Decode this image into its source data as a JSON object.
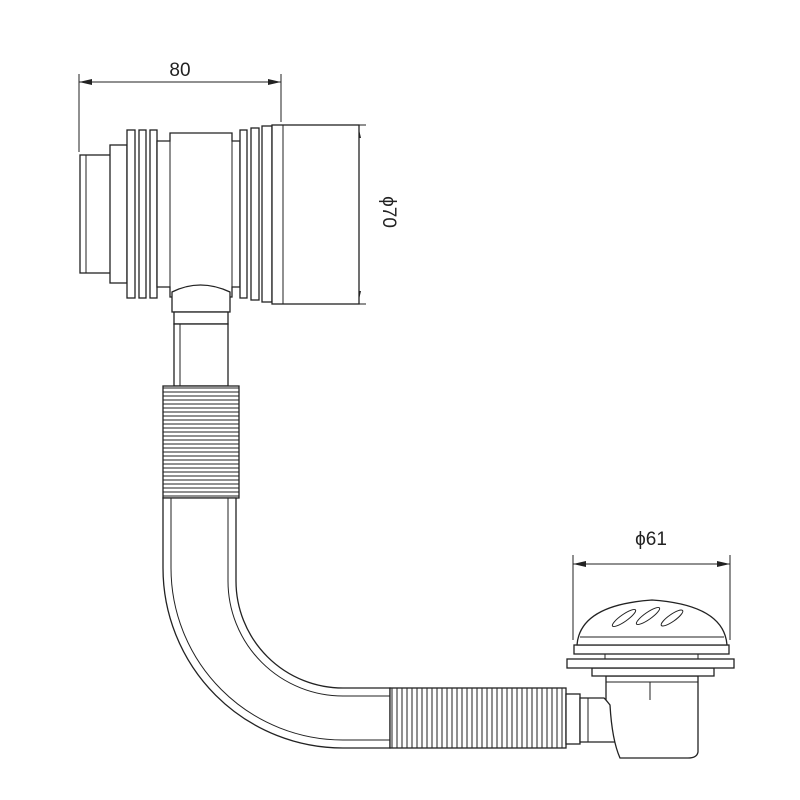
{
  "dimensions": {
    "width_label": "80",
    "overflow_diameter_label": "ϕ70",
    "waste_diameter_label": "ϕ61"
  },
  "colors": {
    "line": "#222222",
    "background": "#ffffff"
  }
}
